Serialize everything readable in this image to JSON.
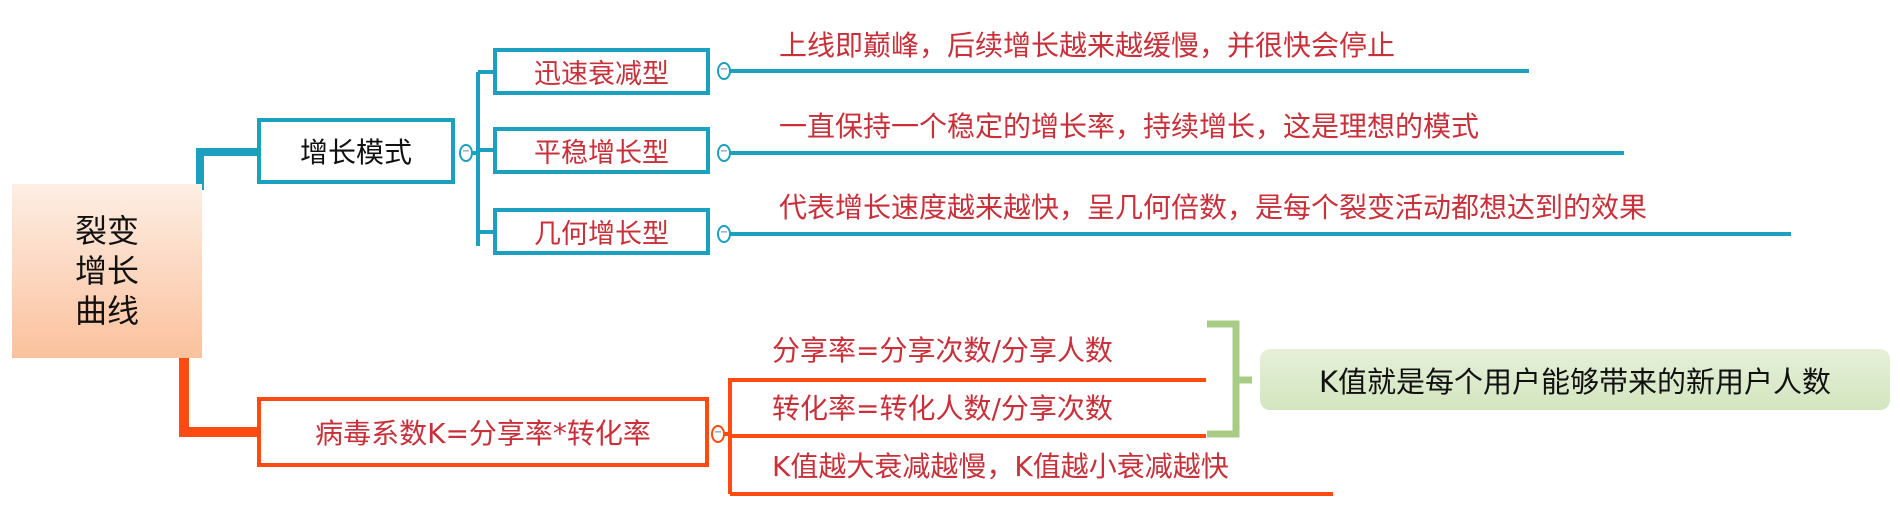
{
  "root": {
    "label": "裂变增长曲线"
  },
  "growth_modes": {
    "label": "增长模式",
    "children": [
      {
        "label": "迅速衰减型",
        "note": "上线即巅峰，后续增长越来越缓慢，并很快会停止"
      },
      {
        "label": "平稳增长型",
        "note": "一直保持一个稳定的增长率，持续增长，这是理想的模式"
      },
      {
        "label": "几何增长型",
        "note": "代表增长速度越来越快，呈几何倍数，是每个裂变活动都想达到的效果"
      }
    ]
  },
  "k_factor": {
    "label": "病毒系数K=分享率*转化率",
    "children": [
      {
        "label": "分享率=分享次数/分享人数"
      },
      {
        "label": "转化率=转化人数/分享次数"
      },
      {
        "label": "K值越大衰减越慢，K值越小衰减越快"
      }
    ],
    "summary": "K值就是每个用户能够带来的新用户人数"
  },
  "collapse_symbol": "−",
  "colors": {
    "teal": "#1ba1bd",
    "orange": "#ff4a12",
    "text_red": "#c8303a",
    "green": "#a9cc85"
  }
}
